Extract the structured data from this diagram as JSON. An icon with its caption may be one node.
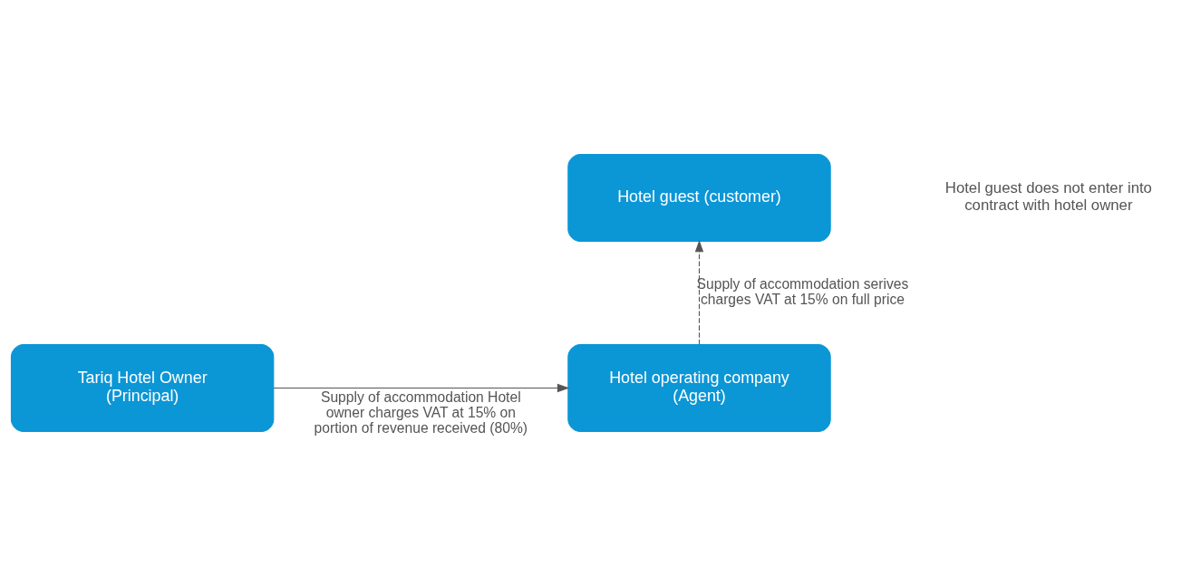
{
  "diagram": {
    "nodes": [
      {
        "text": [
          "Hotel guest (customer)"
        ]
      },
      {
        "text": [
          "Tariq Hotel Owner (Principal)"
        ]
      },
      {
        "text": [
          "Hotel operating company (Agent)"
        ]
      }
    ],
    "edges": [
      {
        "from": 1,
        "to": 2,
        "arrow": "to",
        "label": "Supply of accommodation Hotel owner charges VAT at 15% on portion of revenue received (80%)"
      },
      {
        "from": 2,
        "to": 0,
        "arrow": "to",
        "style": "dashed",
        "label": "Supply of accommodation serives charges VAT at 15% on full price"
      }
    ],
    "labels": [
      "Hotel guest does not enter into contract with hotel owner"
    ]
  }
}
